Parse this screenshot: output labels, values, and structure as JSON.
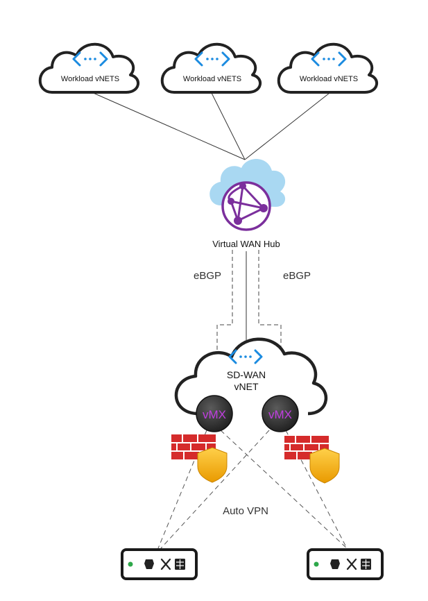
{
  "workload_clouds": [
    {
      "label": "Workload vNETS"
    },
    {
      "label": "Workload vNETS"
    },
    {
      "label": "Workload vNETS"
    }
  ],
  "hub": {
    "label": "Virtual WAN Hub"
  },
  "peering": {
    "left_label": "eBGP",
    "right_label": "eBGP"
  },
  "sdwan": {
    "line1": "SD-WAN",
    "line2": "vNET"
  },
  "vmx": [
    {
      "label": "vMX"
    },
    {
      "label": "vMX"
    }
  ],
  "autovpn": {
    "label": "Auto VPN"
  },
  "colors": {
    "vnet_icon": "#1b8be0",
    "hub_cloud": "#a9d8f2",
    "hub_ring": "#7b2f9c",
    "vmx_text": "#c03de0",
    "firewall": "#d52b2b",
    "shield": "#f6b619",
    "led": "#2ea84a"
  },
  "icons": {
    "vnet": "vnet-icon",
    "hub": "virtual-wan-hub-icon",
    "firewall": "firewall-icon",
    "shield": "shield-icon",
    "appliance": "mx-appliance-icon"
  }
}
